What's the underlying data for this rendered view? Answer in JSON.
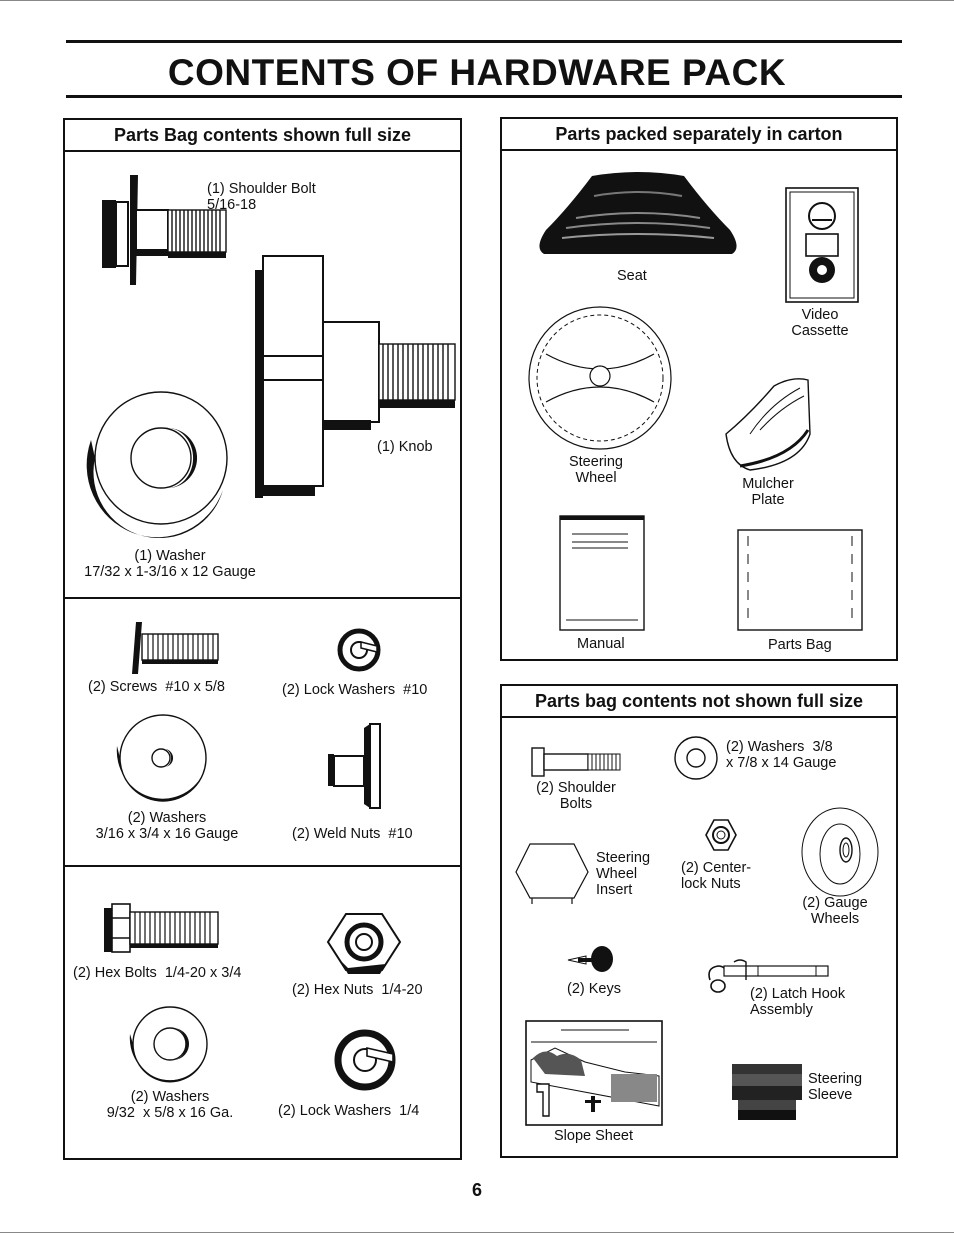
{
  "page_title": "CONTENTS OF HARDWARE PACK",
  "page_number": "6",
  "left_box": {
    "header": "Parts Bag contents shown full size",
    "shoulder_bolt": "(1) Shoulder Bolt\n5/16-18",
    "knob": "(1) Knob",
    "washer_large": "(1) Washer\n17/32 x 1-3/16 x 12 Gauge",
    "screws": "(2) Screws  #10 x 5/8",
    "lock_washers_10": "(2) Lock Washers  #10",
    "washers_small": "(2) Washers\n3/16 x 3/4 x 16 Gauge",
    "weld_nuts": "(2) Weld Nuts  #10",
    "hex_bolts": "(2) Hex Bolts  1/4-20 x 3/4",
    "hex_nuts": "(2) Hex Nuts  1/4-20",
    "washers_932": "(2) Washers\n9/32  x 5/8 x 16 Ga.",
    "lock_washers_14": "(2) Lock Washers  1/4"
  },
  "right_top_box": {
    "header": "Parts packed separately in carton",
    "seat": "Seat",
    "video_cassette": "Video\nCassette",
    "steering_wheel": "Steering\nWheel",
    "mulcher_plate": "Mulcher\nPlate",
    "manual": "Manual",
    "parts_bag": "Parts Bag"
  },
  "right_bottom_box": {
    "header": "Parts bag contents not shown full size",
    "shoulder_bolts": "(2) Shoulder\nBolts",
    "washers_38": "(2) Washers  3/8\nx 7/8 x 14 Gauge",
    "steering_wheel_insert": "Steering\nWheel\nInsert",
    "center_lock_nuts": "(2) Center-\nlock Nuts",
    "gauge_wheels": "(2) Gauge\nWheels",
    "keys": "(2) Keys",
    "latch_hook": "(2) Latch Hook\nAssembly",
    "slope_sheet": "Slope Sheet",
    "steering_sleeve": "Steering\nSleeve"
  }
}
